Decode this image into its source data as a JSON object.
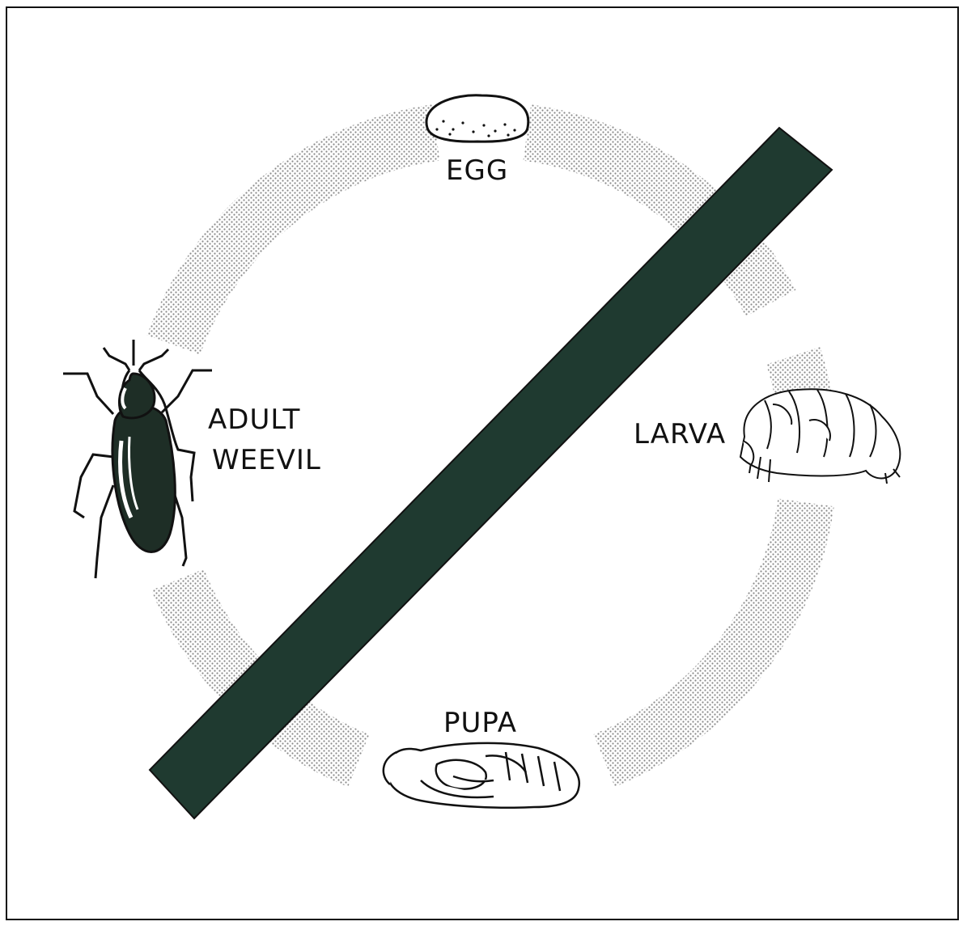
{
  "stages": {
    "egg": "EGG",
    "larva": "LARVA",
    "pupa": "PUPA",
    "adult_line1": "ADULT",
    "adult_line2": "WEEVIL"
  },
  "colors": {
    "ring_dots": "#888888",
    "slash_bar": "#1f3a30",
    "ink": "#111111",
    "background": "#ffffff"
  },
  "icons": {
    "egg": "egg-icon",
    "larva": "larva-icon",
    "pupa": "pupa-icon",
    "adult": "weevil-icon"
  }
}
